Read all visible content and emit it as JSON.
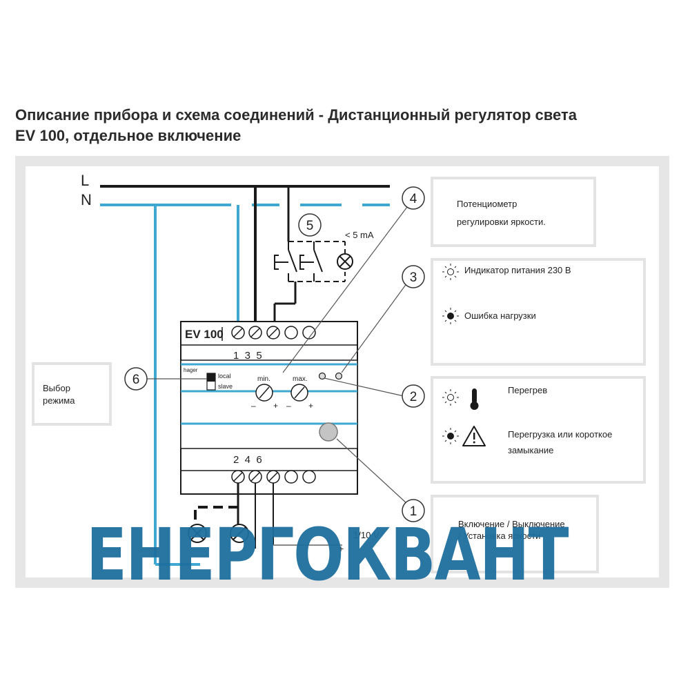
{
  "title_line1": "Описание прибора и схема соединений - Дистанционный регулятор света",
  "title_line2": "EV 100, отдельное включение",
  "lines": {
    "L": "L",
    "N": "N"
  },
  "device": {
    "name": "EV 100",
    "top_terminals": "1  3  5",
    "bottom_terminals": "2  4  6",
    "brand": "hager",
    "switch_local": "local",
    "switch_slave": "slave",
    "min": "min.",
    "max": "max.",
    "minus": "–",
    "plus": "+"
  },
  "callouts": [
    "1",
    "2",
    "3",
    "4",
    "5",
    "6"
  ],
  "current_label": "< 5 mA",
  "voltage_label": "1/10 V",
  "boxes": {
    "box4": {
      "line1": "Потенциометр",
      "line2": "регулировки яркости."
    },
    "box3": {
      "item1": "Индикатор питания 230 В",
      "item2": "Ошибка нагрузки"
    },
    "box2": {
      "item1": "Перегрев",
      "item2_line1": "Перегрузка или короткое",
      "item2_line2": "замыкание"
    },
    "box1": {
      "line1": "Включение / Выключение",
      "line2": "/ Установка яркости"
    },
    "box6": {
      "line1": "Выбор",
      "line2": "режима"
    }
  },
  "watermark": "ЕНЕРГОКВАНТ",
  "colors": {
    "wire_n": "#3fa8d2",
    "wire_l": "#1a1a1a",
    "panel": "#e6e6e6",
    "watermark": "#1e6f9f"
  }
}
